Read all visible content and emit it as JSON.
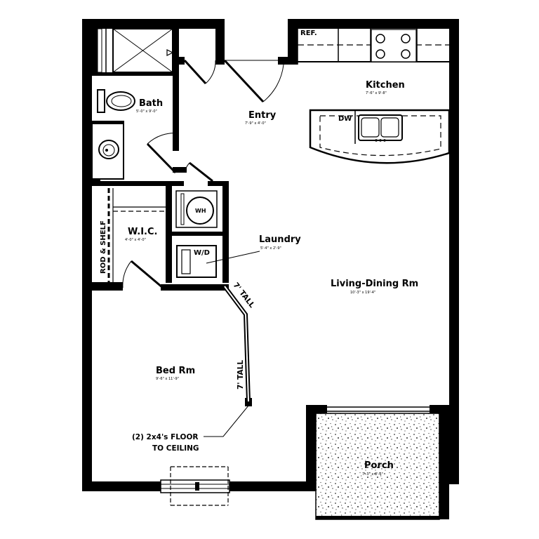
{
  "rooms": {
    "bath": {
      "name": "Bath",
      "dims": "5'-0\" x 9'-0\""
    },
    "entry": {
      "name": "Entry",
      "dims": "7'-9\" x 4'-0\""
    },
    "kitchen": {
      "name": "Kitchen",
      "dims": "7'-6\" x 9'-8\""
    },
    "wic": {
      "name": "W.I.C.",
      "dims": "4'-0\" x 4'-0\""
    },
    "laundry": {
      "name": "Laundry",
      "dims": "5'-4\" x 2'-9\""
    },
    "living": {
      "name": "Living-Dining Rm",
      "dims": "10'-3\" x 19'-4\""
    },
    "bed": {
      "name": "Bed Rm",
      "dims": "9'-6\" x 11'-9\""
    },
    "porch": {
      "name": "Porch",
      "dims": "7'-3\" x 8'-6\""
    }
  },
  "fixtures": {
    "ref": "REF.",
    "dw": "DW",
    "wh": "WH",
    "wd": "W/D",
    "rod_shelf": "ROD & SHELF"
  },
  "notes": {
    "tall_upper": "7' TALL",
    "tall_lower": "7' TALL",
    "post_line1": "(2) 2x4's FLOOR",
    "post_line2": "TO CEILING"
  }
}
